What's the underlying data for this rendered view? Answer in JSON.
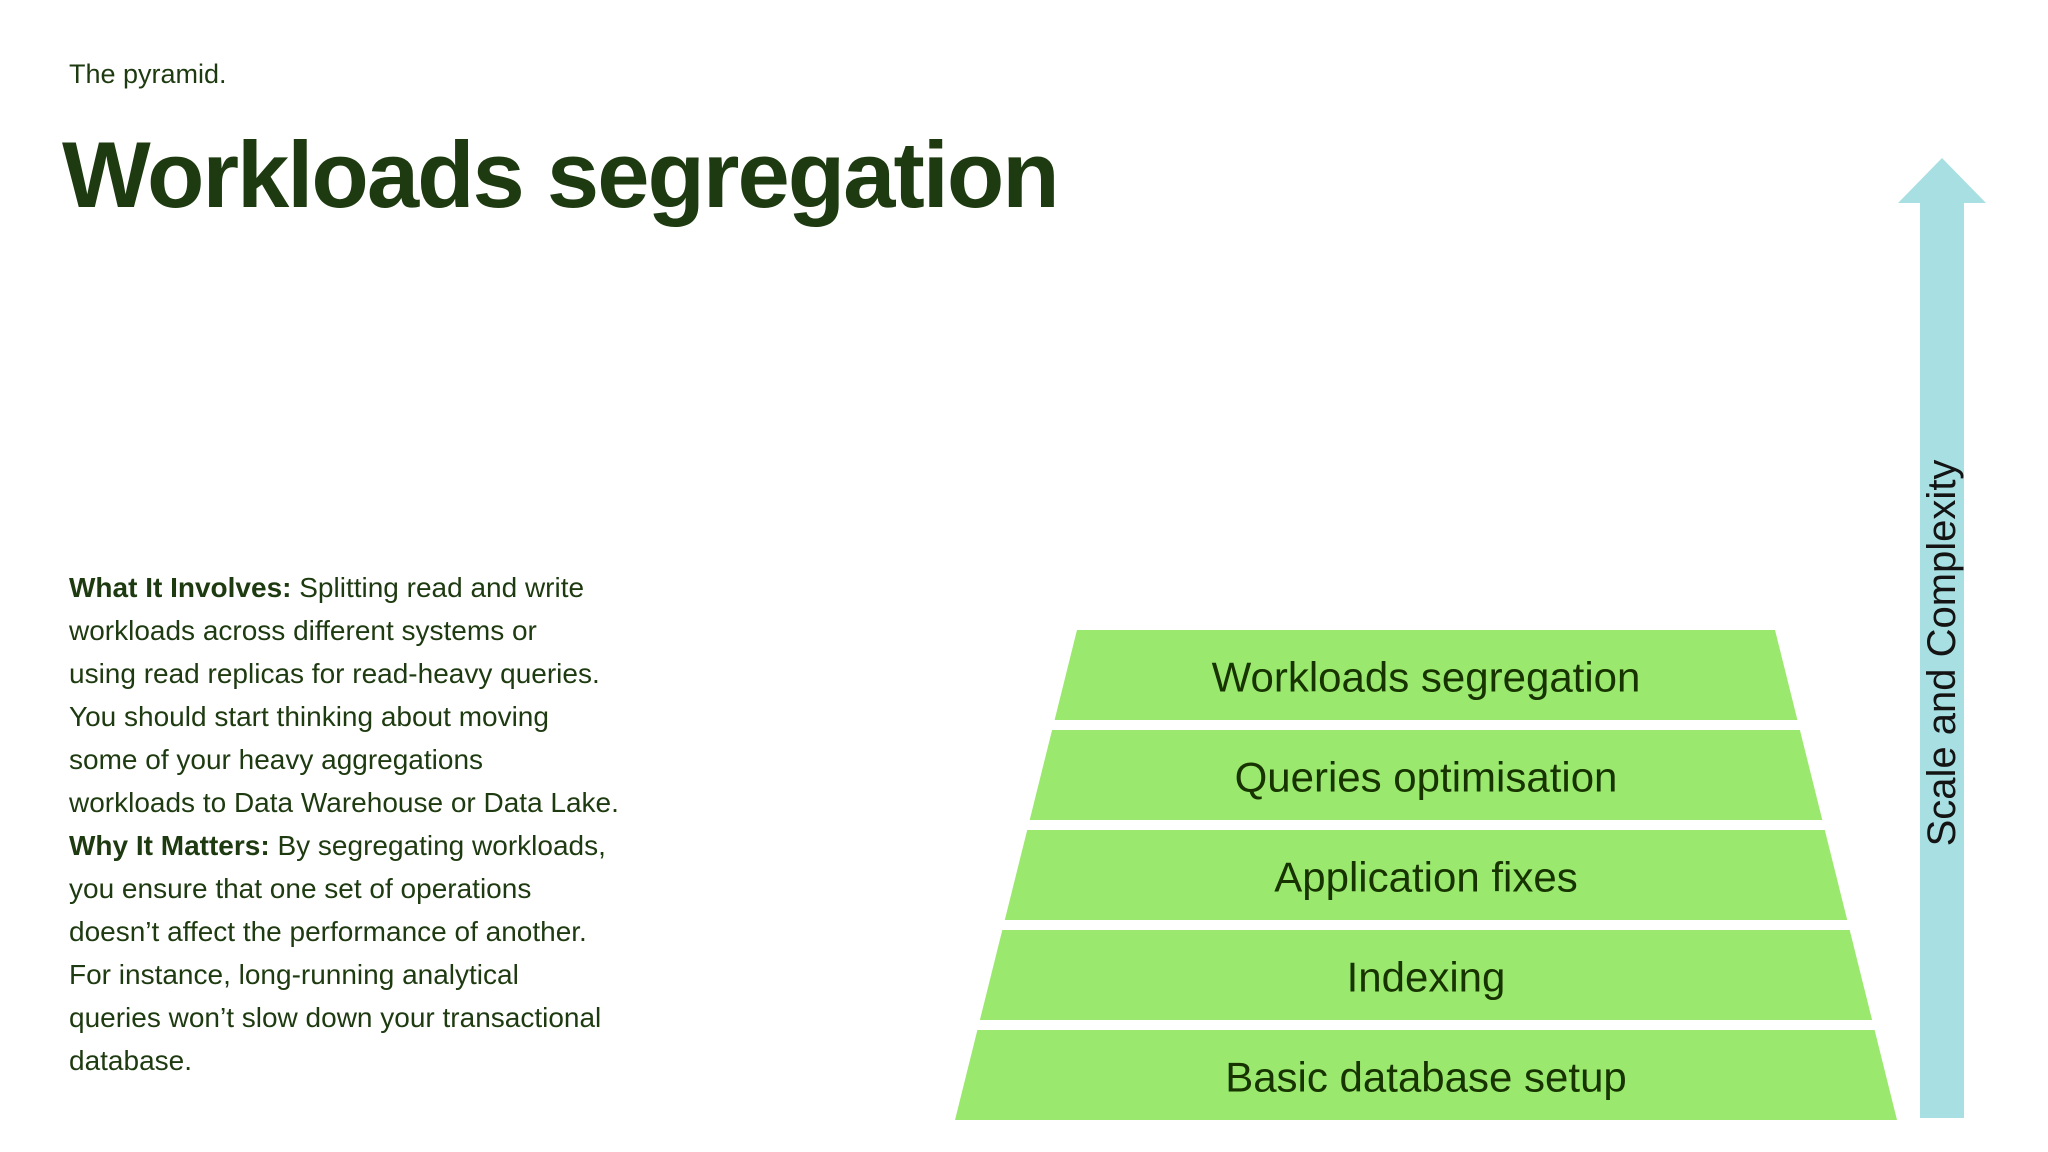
{
  "theme": {
    "background": "#ffffff",
    "ink": "#1e3a10"
  },
  "header": {
    "kicker": "The pyramid.",
    "title": "Workloads segregation"
  },
  "info_panel": {
    "paragraphs": [
      {
        "label": "What It Involves:",
        "text": "Splitting read and write\nworkloads across different systems or\nusing read replicas for read-heavy queries.\nYou should start thinking about moving\nsome of your heavy aggregations\nworkloads to Data Warehouse or Data Lake."
      },
      {
        "label": "Why It Matters:",
        "text": "By segregating workloads,\nyou ensure that one set of operations\ndoesn’t affect the performance of another.\nFor instance, long-running analytical\nqueries won’t slow down your transactional\ndatabase."
      }
    ]
  },
  "chart_data": {
    "type": "pyramid",
    "title": "Workloads segregation",
    "levels_order": "top-to-bottom",
    "levels": [
      {
        "rank": 5,
        "label": "Workloads segregation"
      },
      {
        "rank": 4,
        "label": "Queries optimisation"
      },
      {
        "rank": 3,
        "label": "Application fixes"
      },
      {
        "rank": 2,
        "label": "Indexing"
      },
      {
        "rank": 1,
        "label": "Basic database setup"
      }
    ],
    "axis": {
      "label": "Scale and Complexity",
      "direction": "up",
      "position": "right"
    },
    "colors": {
      "level_fill": "#9ae86d",
      "level_text": "#163300",
      "axis_fill": "#a8dfe2",
      "axis_text": "#141414"
    }
  }
}
